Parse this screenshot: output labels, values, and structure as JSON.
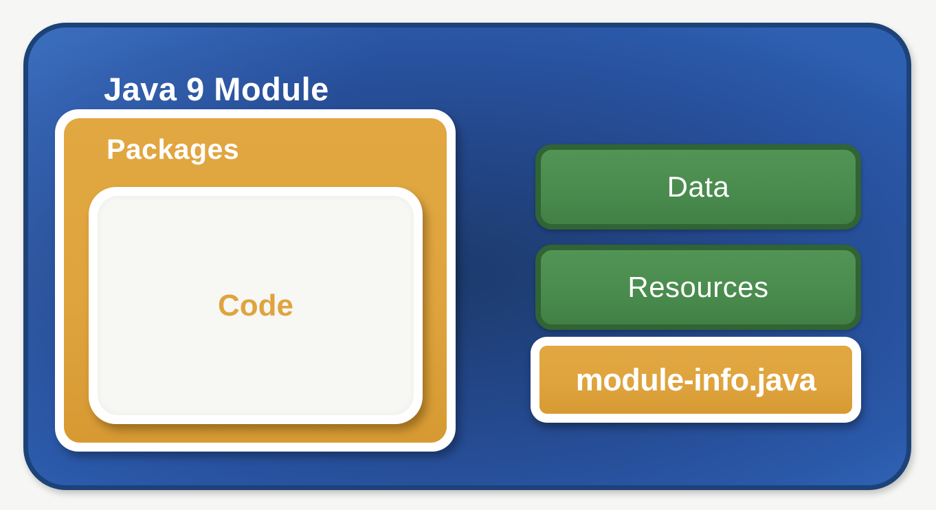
{
  "diagram": {
    "title": "Java 9 Module",
    "packages": {
      "label": "Packages",
      "code_label": "Code"
    },
    "right_column": {
      "data_label": "Data",
      "resources_label": "Resources",
      "module_info_label": "module-info.java"
    },
    "colors": {
      "blue_border": "#1c4278",
      "blue_center": "#1c3a6c",
      "blue_edge": "#2e60b2",
      "orange": "#dfa43e",
      "green_fill": "#4a8c4e",
      "green_border": "#306434",
      "frame_white": "#ffffff",
      "code_fill": "#f7f7f4",
      "page_bg": "#f6f6f4",
      "text_white": "#ffffff"
    }
  }
}
